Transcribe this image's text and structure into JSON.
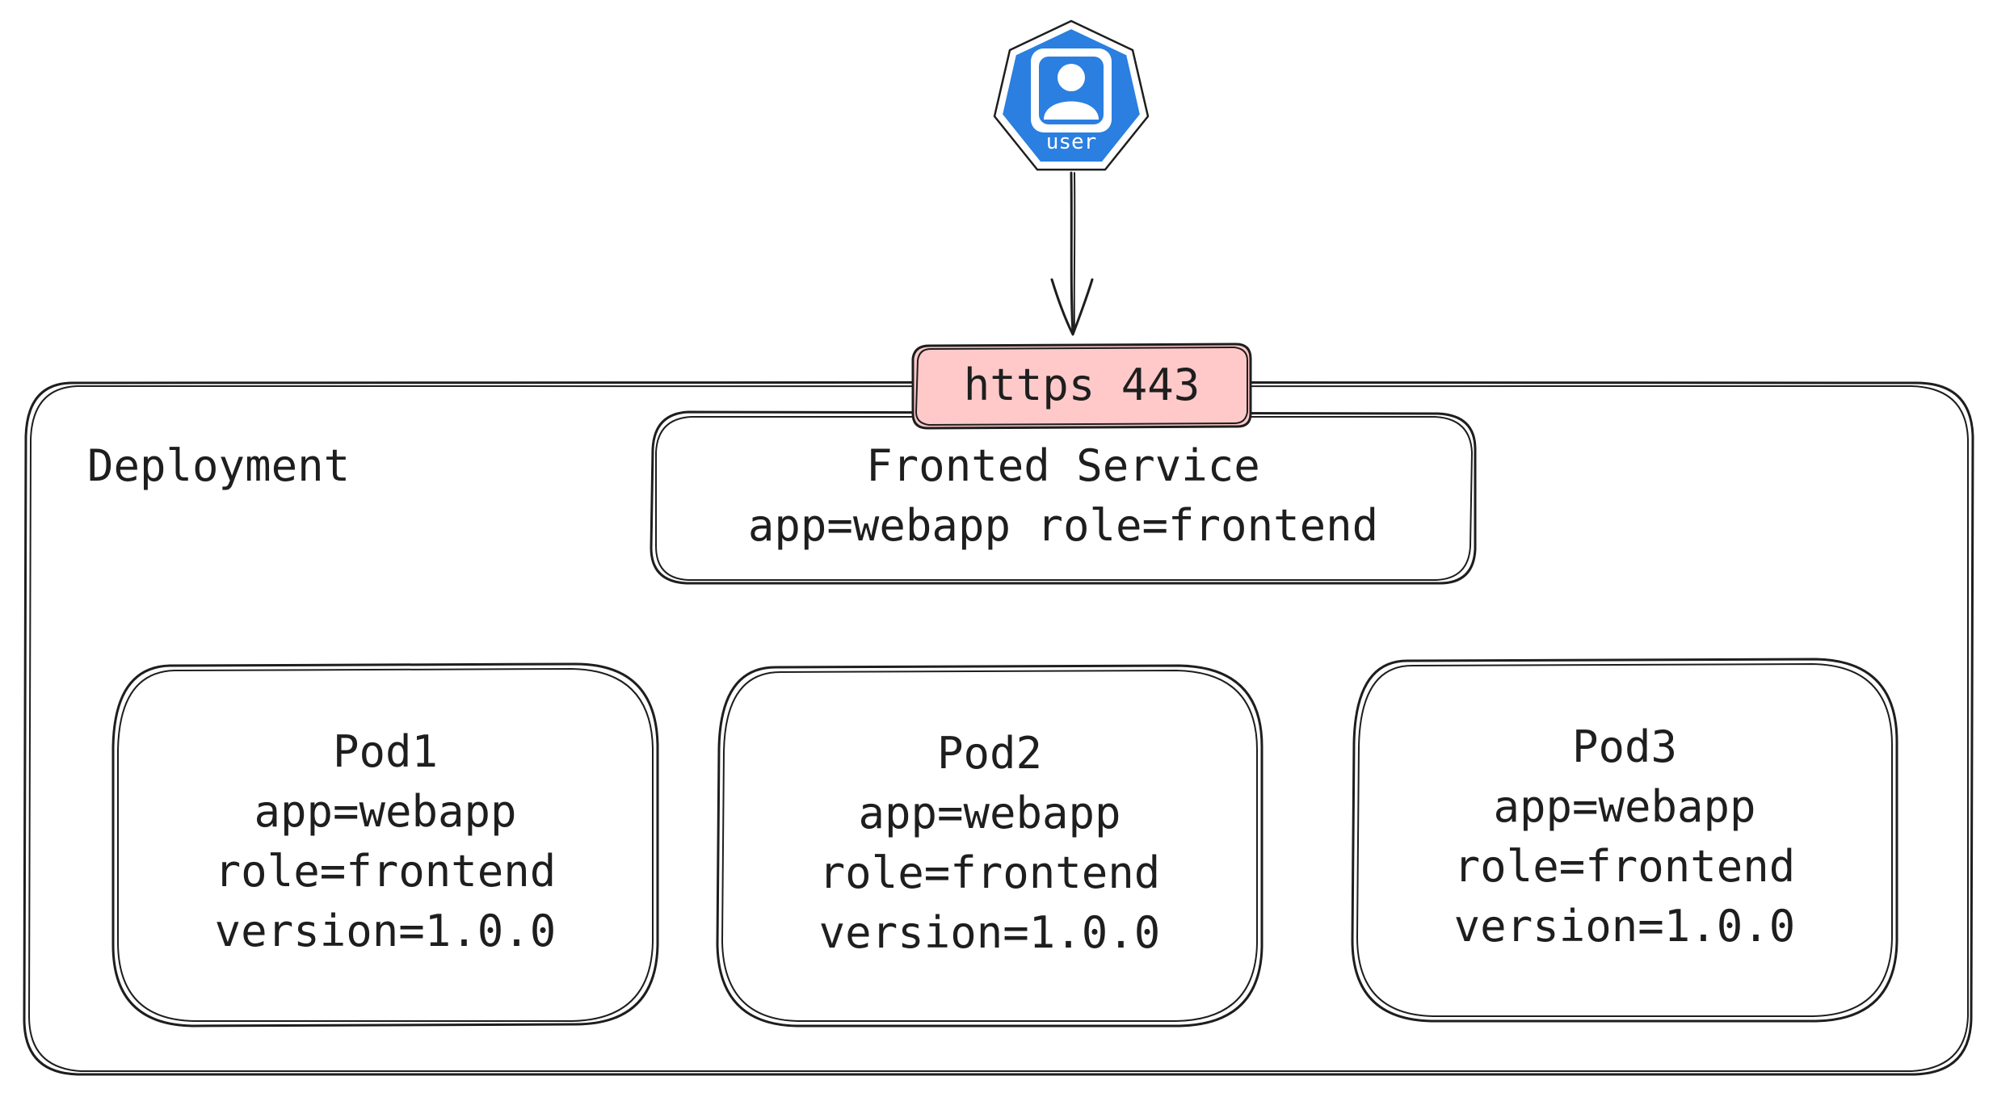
{
  "diagram": {
    "user_node": {
      "label": "user",
      "icon": "kubernetes-user-icon",
      "color": "#2a7fe0"
    },
    "port": {
      "label": "https 443",
      "fill": "#ffc9c9"
    },
    "deployment": {
      "label": "Deployment"
    },
    "service": {
      "title": "Fronted Service",
      "selector": "app=webapp role=frontend"
    },
    "pods": [
      {
        "name": "Pod1",
        "app": "app=webapp",
        "role": "role=frontend",
        "version": "version=1.0.0"
      },
      {
        "name": "Pod2",
        "app": "app=webapp",
        "role": "role=frontend",
        "version": "version=1.0.0"
      },
      {
        "name": "Pod3",
        "app": "app=webapp",
        "role": "role=frontend",
        "version": "version=1.0.0"
      }
    ],
    "edges": [
      {
        "from": "user",
        "to": "https 443"
      }
    ]
  }
}
